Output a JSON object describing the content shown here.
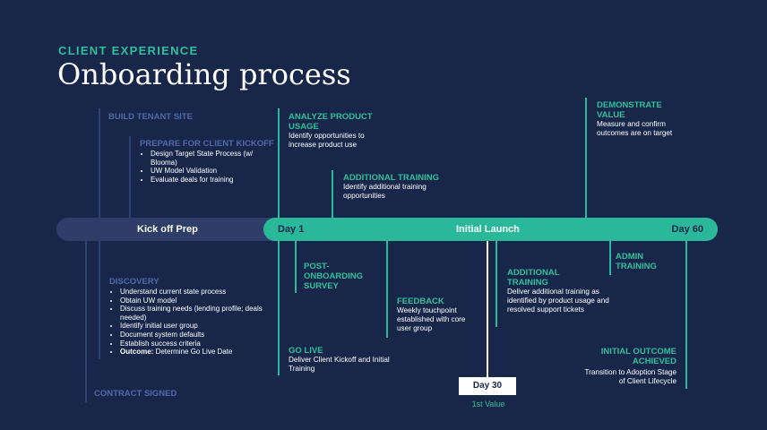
{
  "eyebrow": "CLIENT EXPERIENCE",
  "title": "Onboarding process",
  "timeline": {
    "kickoff_label": "Kick off Prep",
    "day1": "Day 1",
    "launch": "Initial Launch",
    "day60": "Day 60"
  },
  "above": {
    "build_tenant": {
      "heading": "BUILD TENANT SITE"
    },
    "prepare": {
      "heading": "PREPARE FOR CLIENT KICKOFF",
      "bullets": [
        "Design Target State Process (w/ Blooma)",
        "UW Model Validation",
        "Evaluate deals for training"
      ]
    },
    "analyze": {
      "heading": "ANALYZE PRODUCT USAGE",
      "body": "Identify opportunities to increase product use"
    },
    "additional_training": {
      "heading": "ADDITIONAL TRAINING",
      "body": "Identify additional training opportunities"
    },
    "demonstrate": {
      "heading": "DEMONSTRATE VALUE",
      "body": "Measure and confirm outcomes are on target"
    }
  },
  "below": {
    "discovery": {
      "heading": "DISCOVERY",
      "bullets": [
        "Understand current state process",
        "Obtain UW model",
        "Discuss training needs (lending profile; deals needed)",
        "Identify initial user group",
        "Document system defaults",
        "Establish success criteria"
      ],
      "outcome_label": "Outcome:",
      "outcome_text": " Determine Go Live Date"
    },
    "contract": {
      "heading": "CONTRACT SIGNED"
    },
    "post_survey": {
      "heading": "POST-ONBOARDING SURVEY"
    },
    "go_live": {
      "heading": "GO LIVE",
      "body": "Deliver Client Kickoff and Initial Training"
    },
    "feedback": {
      "heading": "FEEDBACK",
      "body": "Weekly touchpoint established with core user group"
    },
    "additional_training2": {
      "heading": "ADDITIONAL TRAINING",
      "body": "Deliver additional training as identified by product usage and resolved support tickets"
    },
    "admin_training": {
      "heading": "ADMIN TRAINING"
    },
    "initial_outcome": {
      "heading": "INITIAL OUTCOME ACHIEVED",
      "body": "Transition to Adoption Stage of Client Lifecycle"
    }
  },
  "day30": "Day 30",
  "first_value": "1st Value"
}
